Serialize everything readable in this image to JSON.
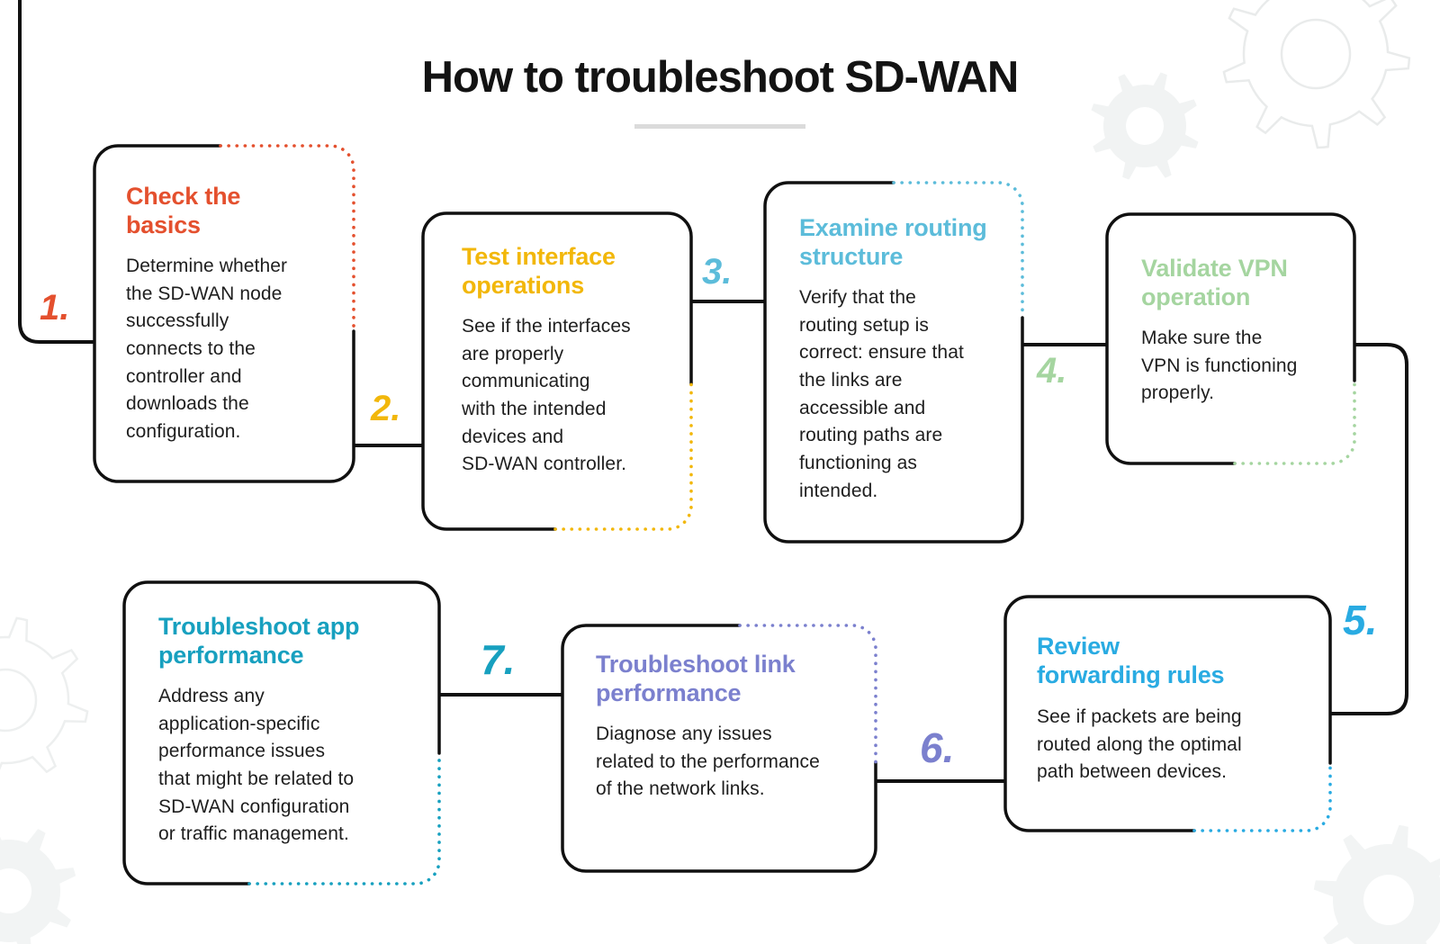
{
  "header": {
    "title": "How to troubleshoot SD-WAN"
  },
  "steps": [
    {
      "number": "1.",
      "accent": "#E4502E",
      "title": "Check the\nbasics",
      "body": "Determine whether\nthe SD-WAN node\nsuccessfully\nconnects to the\ncontroller and\ndownloads the\nconfiguration."
    },
    {
      "number": "2.",
      "accent": "#F2B70A",
      "title": "Test interface\noperations",
      "body": "See if the interfaces\nare properly\ncommunicating\nwith the intended\ndevices and\nSD-WAN controller."
    },
    {
      "number": "3.",
      "accent": "#5CBCDA",
      "title": "Examine routing\nstructure",
      "body": "Verify that the\nrouting setup is\ncorrect: ensure that\nthe links are\naccessible and\nrouting paths are\nfunctioning as\nintended."
    },
    {
      "number": "4.",
      "accent": "#A5D5A0",
      "title": "Validate VPN\noperation",
      "body": "Make sure the\nVPN is functioning\nproperly."
    },
    {
      "number": "5.",
      "accent": "#29ABE2",
      "title": "Review\nforwarding rules",
      "body": "See if packets are being\nrouted along the optimal\npath between devices."
    },
    {
      "number": "6.",
      "accent": "#7B80CE",
      "title": "Troubleshoot link\nperformance",
      "body": "Diagnose any issues\nrelated to the performance\nof the network links."
    },
    {
      "number": "7.",
      "accent": "#17A0BF",
      "title": "Troubleshoot app\nperformance",
      "body": "Address any\napplication-specific\nperformance issues\nthat might be related to\nSD-WAN configuration\nor traffic management."
    }
  ]
}
